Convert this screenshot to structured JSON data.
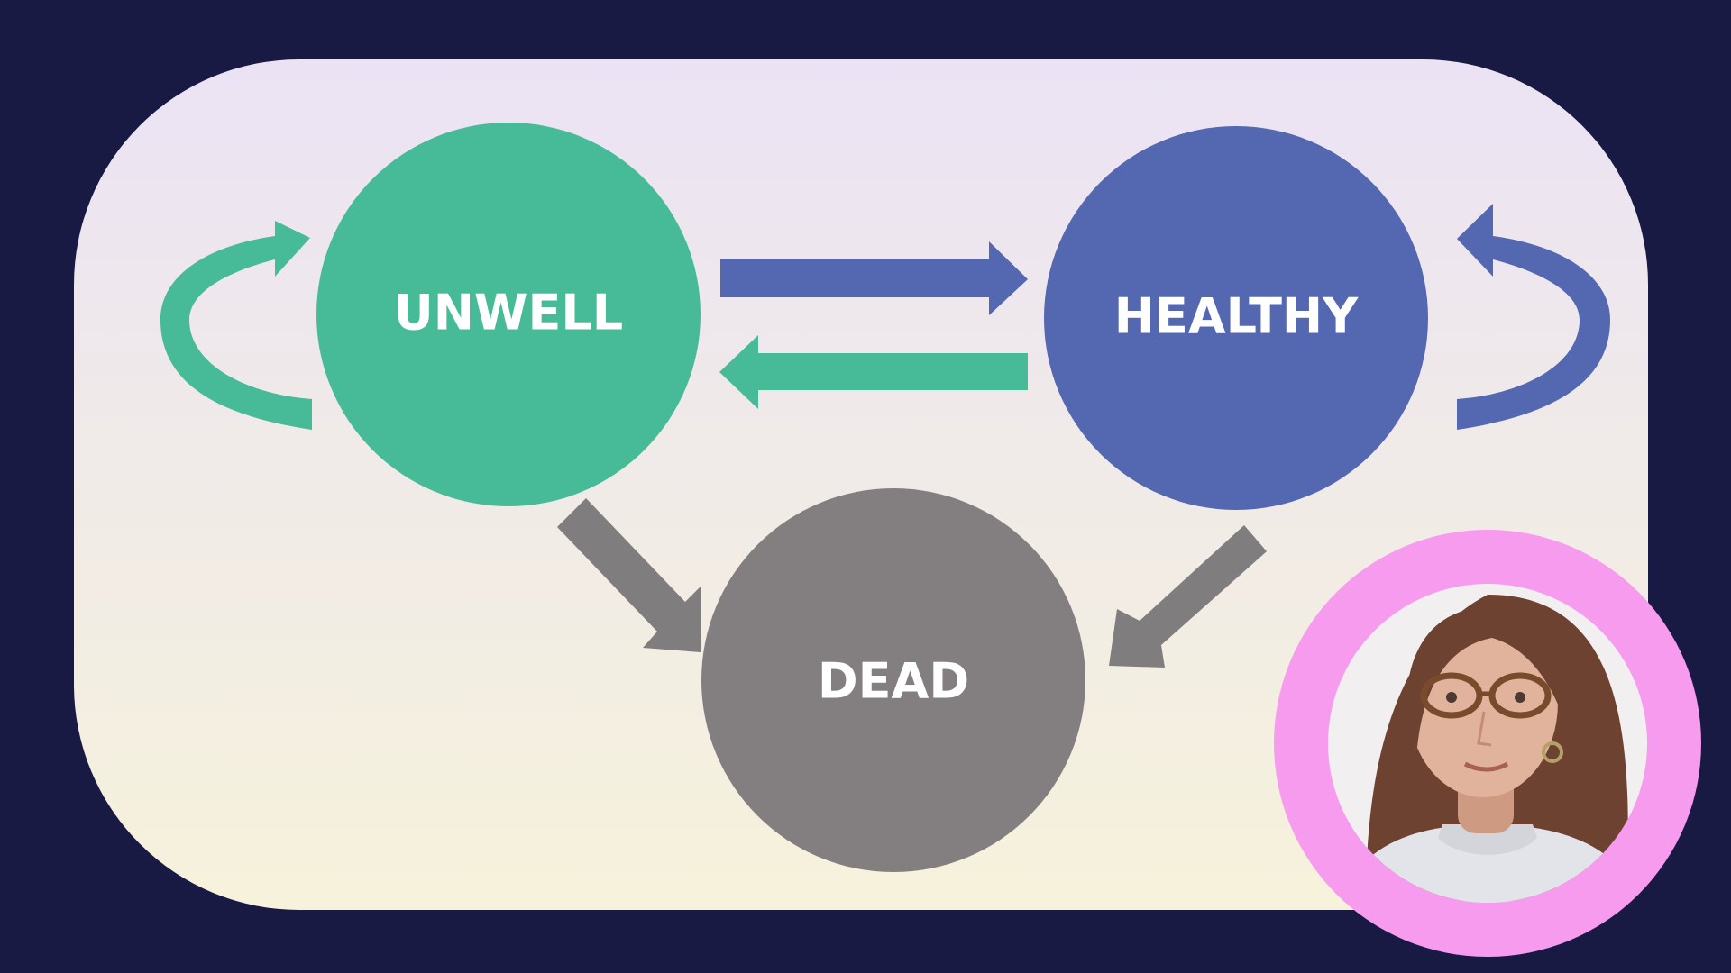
{
  "diagram": {
    "nodes": {
      "unwell": {
        "label": "UNWELL"
      },
      "healthy": {
        "label": "HEALTHY"
      },
      "dead": {
        "label": "DEAD"
      }
    },
    "edges": [
      {
        "from": "UNWELL",
        "to": "HEALTHY"
      },
      {
        "from": "HEALTHY",
        "to": "UNWELL"
      },
      {
        "from": "UNWELL",
        "to": "UNWELL"
      },
      {
        "from": "HEALTHY",
        "to": "HEALTHY"
      },
      {
        "from": "UNWELL",
        "to": "DEAD"
      },
      {
        "from": "HEALTHY",
        "to": "DEAD"
      }
    ]
  },
  "colors": {
    "background": "#181a44",
    "unwell": "#47bb98",
    "healthy": "#5368b0",
    "dead": "#837f80",
    "presenter_ring": "#f79bef"
  },
  "presenter": {
    "icon": "presenter-avatar"
  }
}
